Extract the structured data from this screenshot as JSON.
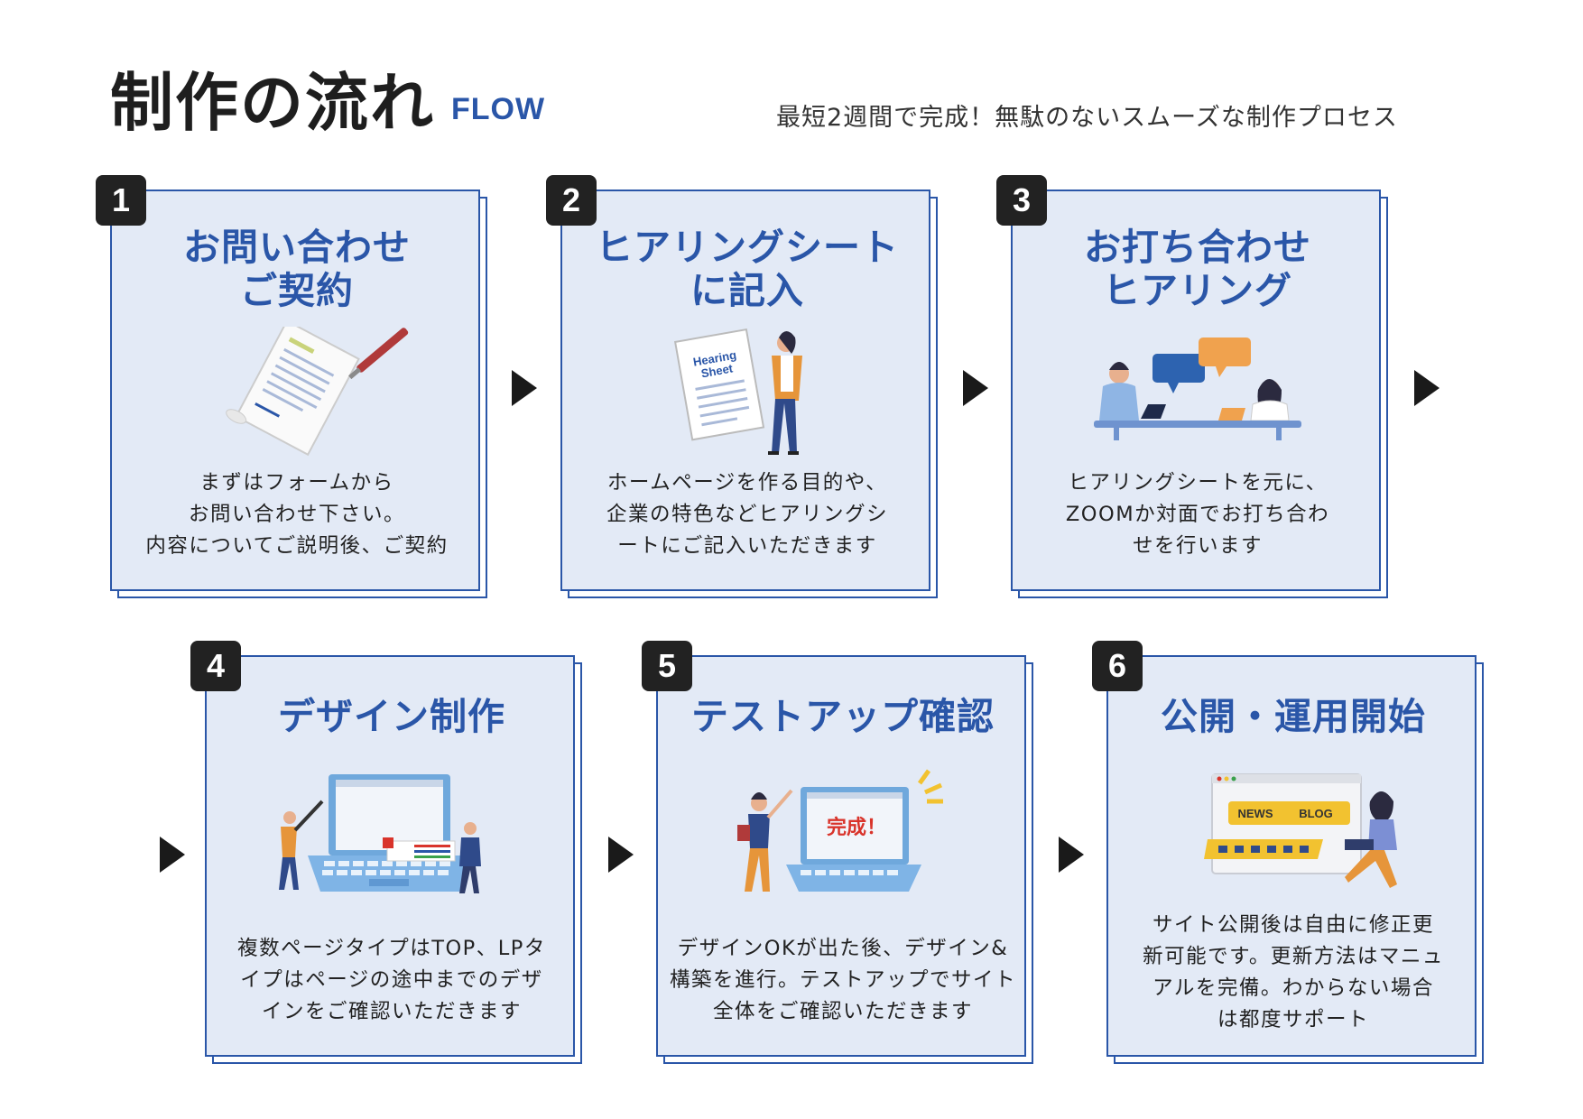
{
  "header": {
    "title": "制作の流れ",
    "title_en": "FLOW",
    "subtitle": "最短2週間で完成！無駄のないスムーズな制作プロセス"
  },
  "steps": [
    {
      "number": "1",
      "title": "お問い合わせ\nご契約",
      "body": "まずはフォームから\nお問い合わせ下さい。\n内容についてご説明後、ご契約"
    },
    {
      "number": "2",
      "title": "ヒアリングシート\nに記入",
      "body": "ホームページを作る目的や、\n企業の特色などヒアリングシ\nートにご記入いただきます",
      "illus_text_1": "Hearing",
      "illus_text_2": "Sheet"
    },
    {
      "number": "3",
      "title": "お打ち合わせ\nヒアリング",
      "body": "ヒアリングシートを元に、\nZOOMか対面でお打ち合わ\nせを行います"
    },
    {
      "number": "4",
      "title": "デザイン制作",
      "body": "複数ページタイプはTOP、LPタ\nイプはページの途中までのデザ\nインをご確認いただきます"
    },
    {
      "number": "5",
      "title": "テストアップ確認",
      "body": "デザインOKが出た後、デザイン&\n構築を進行。テストアップでサイト\n全体をご確認いただきます",
      "illus_text": "完成！"
    },
    {
      "number": "6",
      "title": "公開・運用開始",
      "body": "サイト公開後は自由に修正更\n新可能です。更新方法はマニュ\nアルを完備。わからない場合\nは都度サポート",
      "illus_text_1": "NEWS",
      "illus_text_2": "BLOG"
    }
  ],
  "colors": {
    "accent": "#2a56a8",
    "card_bg": "#e3eaf6",
    "badge": "#222222"
  }
}
